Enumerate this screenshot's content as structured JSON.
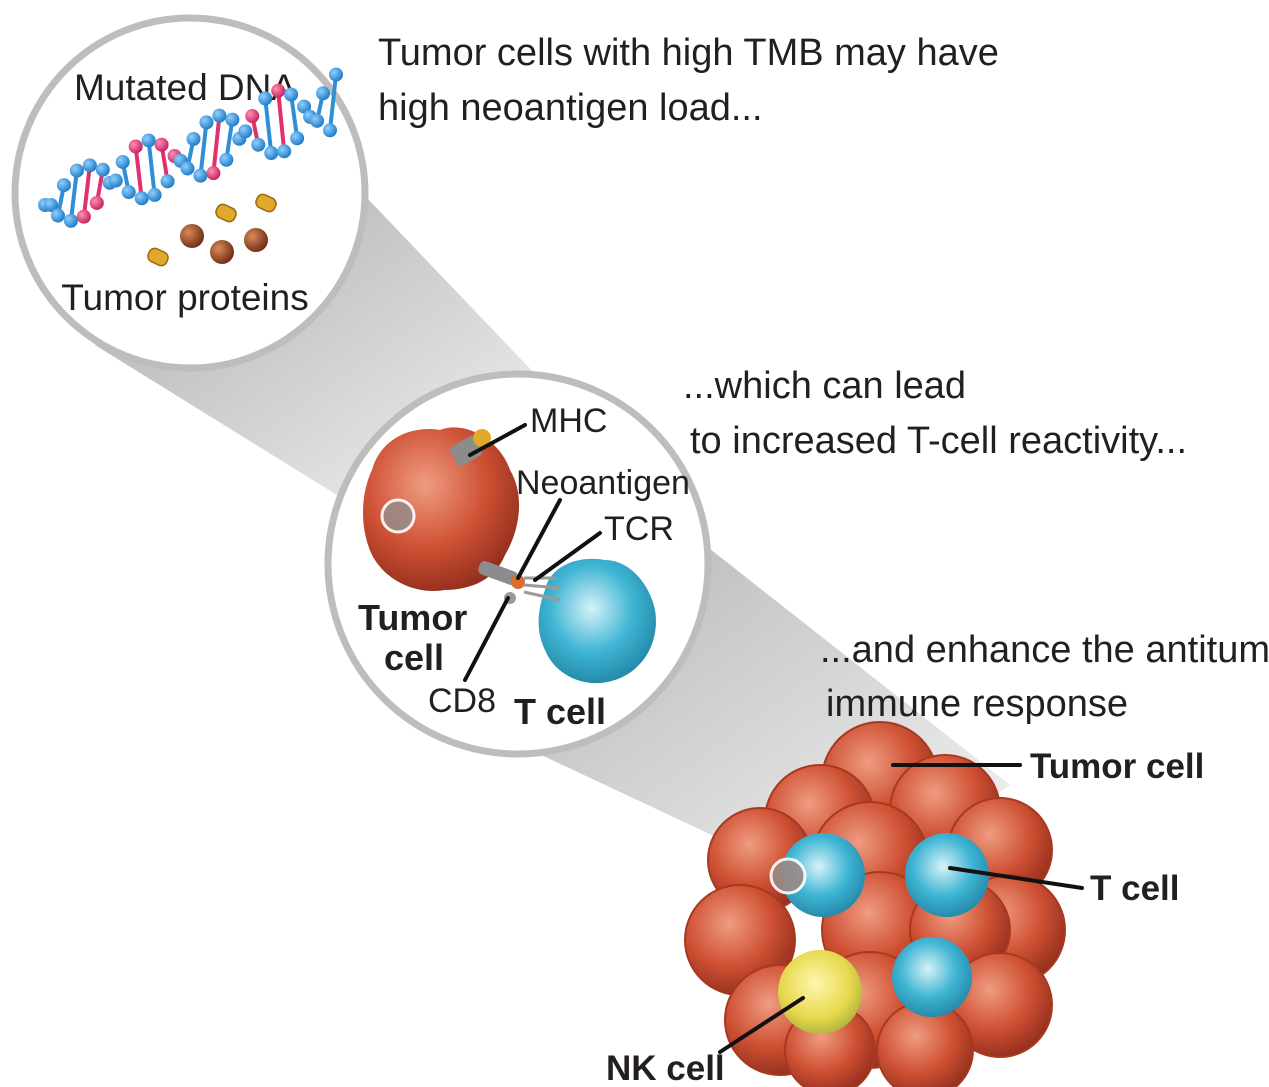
{
  "captions": {
    "tmb_line1": "Tumor cells with high TMB may have",
    "tmb_line2": "high neoantigen load...",
    "tcell_line1": "...which can lead",
    "tcell_line2": "to increased T-cell reactivity...",
    "antitumor_line1": "...and enhance the antitumor",
    "antitumor_line2": "immune response"
  },
  "panel_dna": {
    "dna_label": "Mutated DNA",
    "proteins_label": "Tumor proteins"
  },
  "panel_synapse": {
    "mhc": "MHC",
    "neoantigen": "Neoantigen",
    "tcr": "TCR",
    "cd8": "CD8",
    "tumor_cell_line1": "Tumor",
    "tumor_cell_line2": "cell",
    "t_cell": "T cell"
  },
  "panel_cluster": {
    "tumor_cell": "Tumor cell",
    "t_cell": "T cell",
    "nk_cell": "NK cell"
  },
  "colors": {
    "tumor": "#c4492f",
    "t_cell": "#2fa7c8",
    "nk_cell": "#e6d84a",
    "dna_blue": "#2f8fd6",
    "dna_pink": "#e0306f",
    "protein_gold": "#e0a92b",
    "protein_brown": "#8a3a1c",
    "panel_border": "#bdbdbd"
  }
}
